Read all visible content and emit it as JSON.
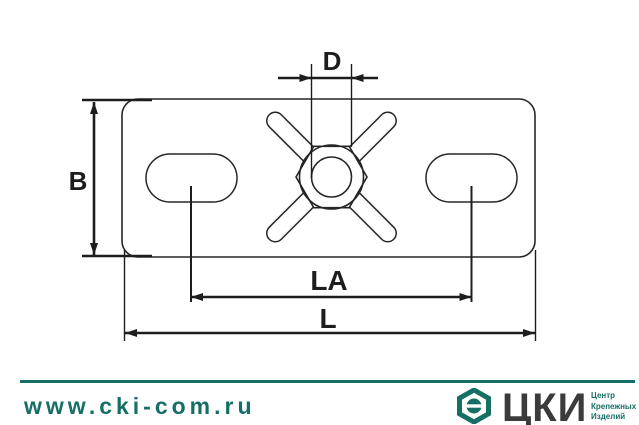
{
  "diagram": {
    "dimension_labels": {
      "hole_diameter": "D",
      "plate_width": "B",
      "hole_spacing": "LA",
      "plate_length": "L"
    }
  },
  "footer": {
    "url": "www.cki-com.ru",
    "logo_text": "ЦКИ",
    "tagline_lines": [
      "Центр",
      "Крепежных",
      "Изделий"
    ]
  },
  "colors": {
    "accent_teal": "#166f64",
    "drawing_line": "#262626",
    "dimension_line": "#1d1d1d",
    "logo_text_color": "#3b3b3b",
    "background": "#ffffff"
  }
}
